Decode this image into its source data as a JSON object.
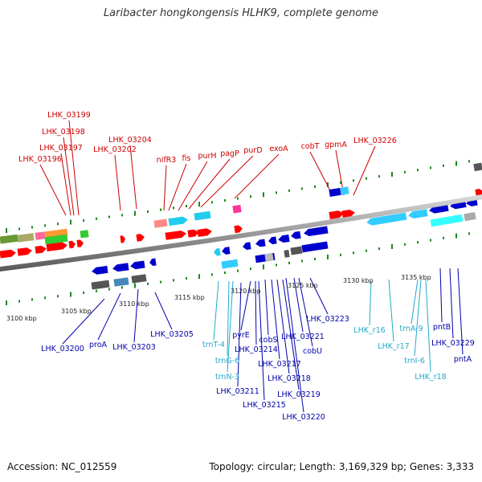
{
  "title": "Laribacter hongkongensis HLHK9, complete genome",
  "accession": "Accession: NC_012559",
  "topology": "Topology: circular; Length: 3,169,329 bp; Genes: 3,333",
  "colors": {
    "red": "#ff0000",
    "blue": "#0000cc",
    "cyan": "#33ccff",
    "dark_gray": "#555555",
    "green_tick": "#1a8a1a",
    "top_label": "#cc0000",
    "bottom_label_blue": "#0000aa",
    "bottom_label_cyan": "#22aacc"
  },
  "tick_labels": [
    "3100 kbp",
    "3105 kbp",
    "3110 kbp",
    "3115 kbp",
    "3120 kbp",
    "3125 kbp",
    "3130 kbp",
    "3135 kbp"
  ],
  "top_labels": [
    "LHK_03199",
    "LHK_03198",
    "LHK_03197",
    "LHK_03196",
    "LHK_03204",
    "LHK_03202",
    "nifR3",
    "fis",
    "purH",
    "pagP",
    "purD",
    "exoA",
    "cobT",
    "gpmA",
    "LHK_03226"
  ],
  "bottom_labels": [
    "LHK_03200",
    "proA",
    "LHK_03203",
    "LHK_03205",
    "trnT-4",
    "trnG-6",
    "trnN-3",
    "LHK_03211",
    "pyrE",
    "LHK_03214",
    "LHK_03215",
    "cobS",
    "LHK_03217",
    "LHK_03218",
    "LHK_03219",
    "LHK_03220",
    "LHK_03221",
    "cobU",
    "LHK_03223",
    "LHK_r16",
    "LHK_r17",
    "trnA-9",
    "trnI-6",
    "LHK_r18",
    "pntB",
    "LHK_03229",
    "pntA"
  ]
}
